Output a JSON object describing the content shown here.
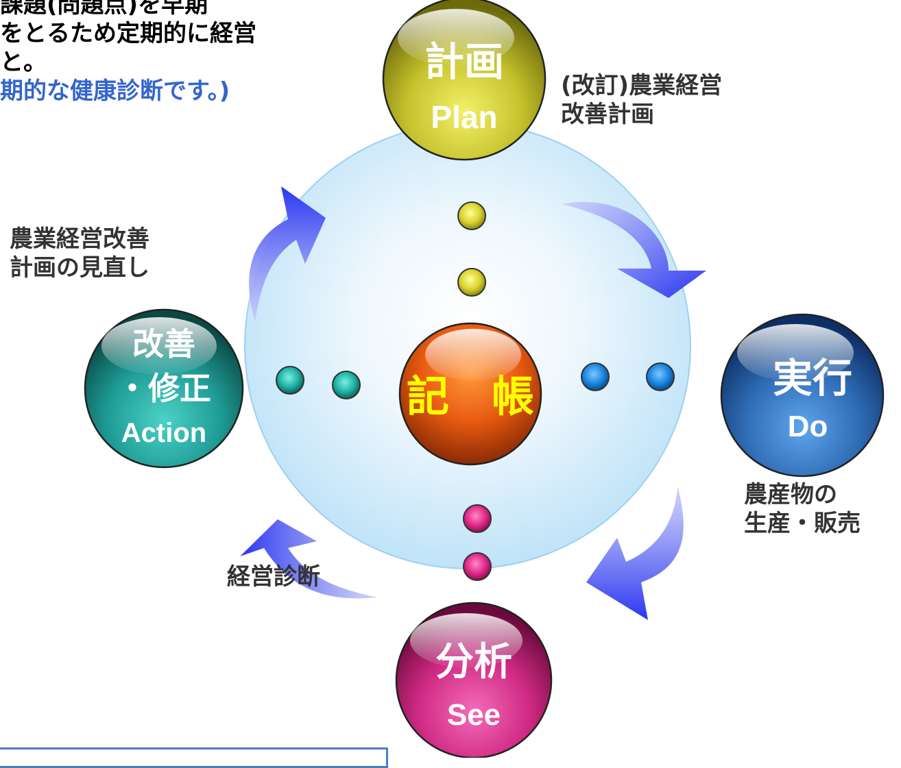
{
  "intro": {
    "line1": "課題(問題点)を早期",
    "line2": "をとるため定期的に経営",
    "line3": "と。",
    "line4": "期的な健康診断です。)"
  },
  "center": {
    "label": "記　帳",
    "color": "#e85a10"
  },
  "phases": {
    "plan": {
      "title": "計画",
      "sub": "Plan",
      "color": "#c8c828"
    },
    "do": {
      "title": "実行",
      "sub": "Do",
      "color": "#2f6cb5"
    },
    "see": {
      "title": "分析",
      "sub": "See",
      "color": "#d02a84"
    },
    "action": {
      "title_line1": "改善",
      "title_line2": "・修正",
      "sub": "Action",
      "color": "#1f9c96"
    }
  },
  "notes": {
    "plan": {
      "line1": "(改訂)農業経営",
      "line2": "改善計画"
    },
    "action": {
      "line1": "農業経営改善",
      "line2": "計画の見直し"
    },
    "do": {
      "line1": "農産物の",
      "line2": "生産・販売"
    },
    "see": {
      "line1": "経営診断"
    }
  },
  "colors": {
    "big_circle": "#cfeafb",
    "arrow": "#3f4cf0",
    "dot_plan": "#dad22e",
    "dot_do": "#1a86e0",
    "dot_see": "#e0288a",
    "dot_action": "#1fb0a4"
  }
}
